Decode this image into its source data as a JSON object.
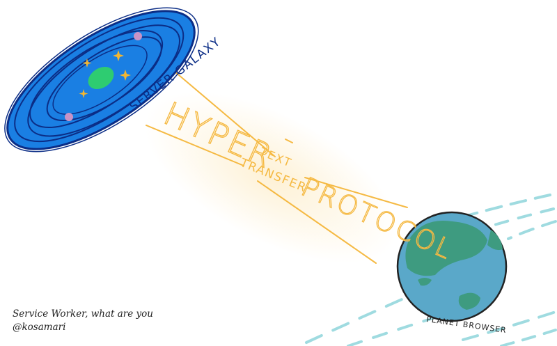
{
  "galaxy": {
    "label": "SERVER GALAXY"
  },
  "beam": {
    "words": [
      "HYPER",
      "TEXT",
      "TRANSFER",
      "PROTOCOL"
    ]
  },
  "planet": {
    "label": "PLANET BROWSER"
  },
  "caption": {
    "title": "Service Worker, what are you",
    "author": "@kosamari"
  },
  "colors": {
    "galaxy_dark": "#0b2d86",
    "galaxy_fill": "#1a7fe3",
    "galaxy_core": "#2ecc71",
    "star": "#f2b632",
    "beam": "#f5b942",
    "ocean": "#5aa8c9",
    "land": "#3e9b80",
    "orbit": "#9fdbe0"
  }
}
